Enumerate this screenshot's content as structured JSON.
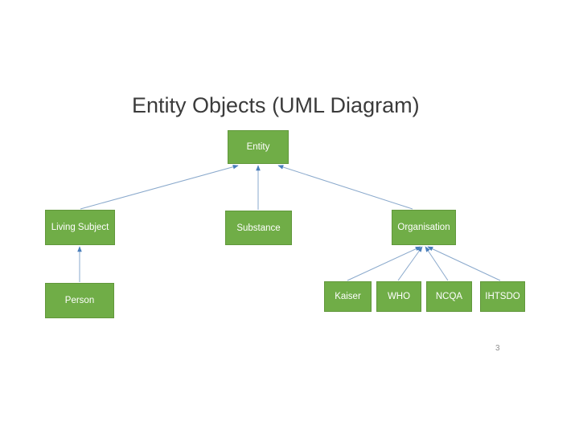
{
  "slide": {
    "title": "Entity Objects (UML Diagram)",
    "page_number": "3"
  },
  "colors": {
    "background": "#ffffff",
    "title_text": "#3b3b3b",
    "node_fill": "#70ad47",
    "node_border": "#61973b",
    "node_text": "#ffffff",
    "connector_line": "#8aa9cc",
    "connector_arrowhead": "#4a7ebb",
    "page_number_text": "#8f8f8f"
  },
  "diagram": {
    "type": "uml-class-hierarchy",
    "nodes": {
      "entity": {
        "label": "Entity"
      },
      "living_subject": {
        "label": "Living Subject"
      },
      "substance": {
        "label": "Substance"
      },
      "organisation": {
        "label": "Organisation"
      },
      "person": {
        "label": "Person"
      },
      "kaiser": {
        "label": "Kaiser"
      },
      "who": {
        "label": "WHO"
      },
      "ncqa": {
        "label": "NCQA"
      },
      "ihtsdo": {
        "label": "IHTSDO"
      }
    },
    "edges": [
      {
        "from": "living_subject",
        "to": "entity"
      },
      {
        "from": "substance",
        "to": "entity"
      },
      {
        "from": "organisation",
        "to": "entity"
      },
      {
        "from": "person",
        "to": "living_subject"
      },
      {
        "from": "kaiser",
        "to": "organisation"
      },
      {
        "from": "who",
        "to": "organisation"
      },
      {
        "from": "ncqa",
        "to": "organisation"
      },
      {
        "from": "ihtsdo",
        "to": "organisation"
      }
    ]
  }
}
